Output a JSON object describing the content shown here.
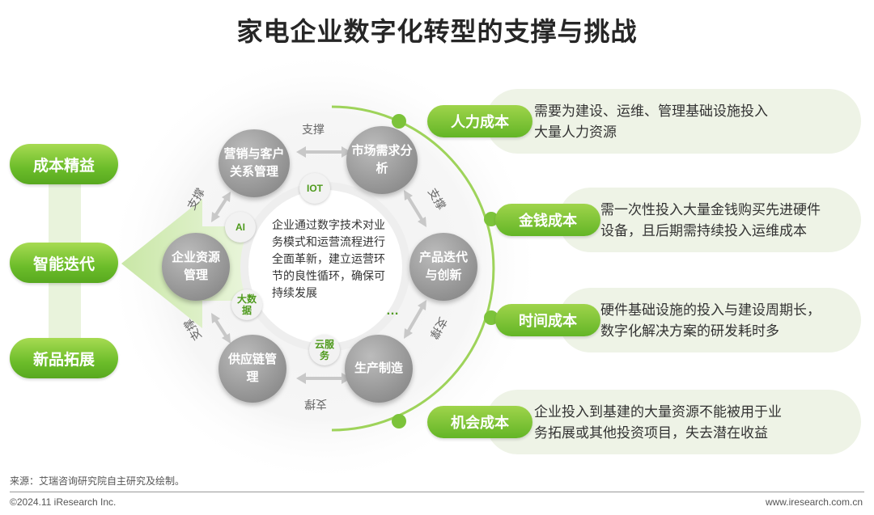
{
  "title": "家电企业数字化转型的支撑与挑战",
  "left_outcomes": [
    "成本精益",
    "智能迭代",
    "新品拓展"
  ],
  "center_text": "企业通过数字技术对业务模式和运营流程进行全面革新，建立运营环节的良性循环，确保可持续发展",
  "business_modules": {
    "marketing_crm": "营销与客户关系管理",
    "market_demand": "市场需求分析",
    "product_iteration": "产品迭代与创新",
    "production": "生产制造",
    "supply_chain": "供应链管理",
    "erp": "企业资源管理"
  },
  "technologies": {
    "iot": "IOT",
    "ai": "AI",
    "big_data": "大数据",
    "cloud": "云服务",
    "more": "…"
  },
  "support_label": "支撑",
  "costs": [
    {
      "label": "人力成本",
      "desc_line1": "需要为建设、运维、管理基础设施投入",
      "desc_line2": "大量人力资源"
    },
    {
      "label": "金钱成本",
      "desc_line1": "需一次性投入大量金钱购买先进硬件",
      "desc_line2": "设备，且后期需持续投入运维成本"
    },
    {
      "label": "时间成本",
      "desc_line1": "硬件基础设施的投入与建设周期长，",
      "desc_line2": "数字化解决方案的研发耗时多"
    },
    {
      "label": "机会成本",
      "desc_line1": "企业投入到基建的大量资源不能被用于业",
      "desc_line2": "务拓展或其他投资项目，失去潜在收益"
    }
  ],
  "footer": {
    "source": "来源：艾瑞咨询研究院自主研究及绘制。",
    "copyright": "©2024.11 iResearch Inc.",
    "website": "www.iresearch.com.cn"
  },
  "colors": {
    "accent_green": "#6cbd2a",
    "circle_grey": "#9a9a9a",
    "cost_bg": "#eef3e6"
  }
}
